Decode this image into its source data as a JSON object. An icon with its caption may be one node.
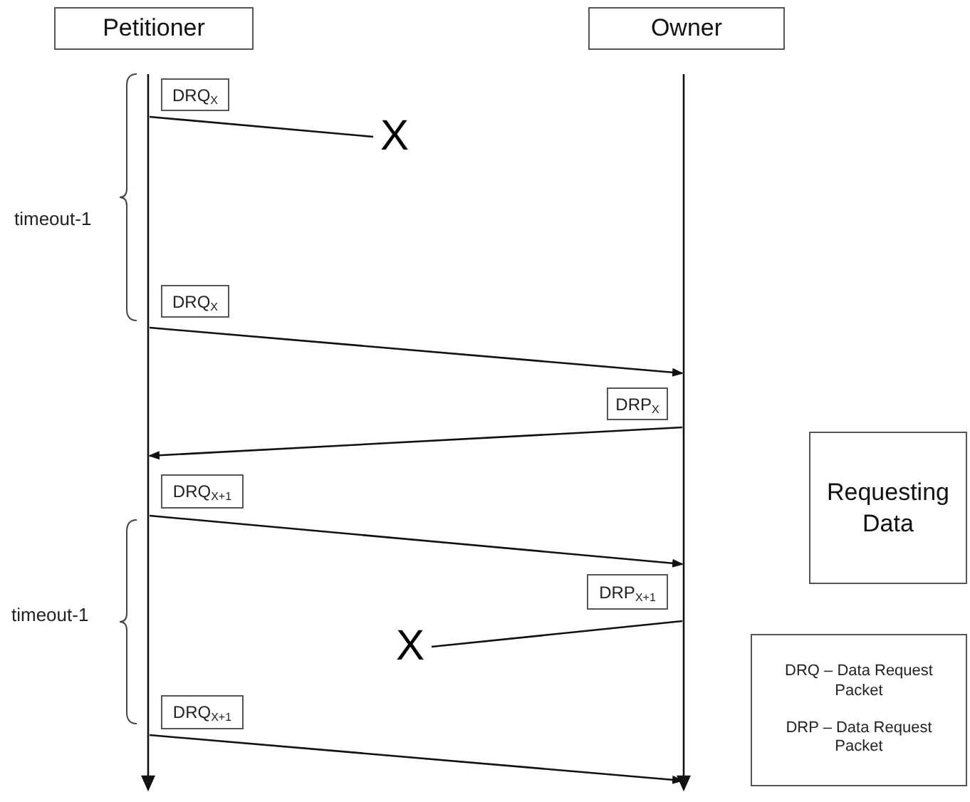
{
  "diagram": {
    "nodes": [
      {
        "text": [
          "Petitioner"
        ]
      },
      {
        "text": [
          "Owner"
        ]
      },
      {
        "text": [],
        "shape": "bar"
      },
      {
        "text": [],
        "shape": "bar"
      },
      {
        "text": [
          "DRQ$_{X}$"
        ]
      },
      {
        "text": [
          "X"
        ]
      },
      {
        "text": [
          "DRQ$_{X}$"
        ]
      },
      {
        "text": [
          "DRP$_{X}$"
        ]
      },
      {
        "text": [
          "DRQ$_{X+1}$"
        ]
      },
      {
        "text": [
          "DRP$_{X+1}$"
        ]
      },
      {
        "text": [
          "X"
        ]
      },
      {
        "text": [
          "DRQ$_{X+1}$"
        ]
      },
      {
        "text": [
          "Requesting Data"
        ]
      },
      {
        "text": [
          "DRQ – Data Request Packet",
          "DRP – Data Request Packet"
        ]
      }
    ],
    "edges": [
      {
        "from": 2,
        "to": 5,
        "arrow": "none"
      },
      {
        "from": 2,
        "to": 3,
        "arrow": "to"
      },
      {
        "from": 3,
        "to": 2,
        "arrow": "to"
      },
      {
        "from": 2,
        "to": 3,
        "arrow": "to"
      },
      {
        "from": 3,
        "to": 10,
        "arrow": "none"
      },
      {
        "from": 2,
        "to": 3,
        "arrow": "to"
      }
    ],
    "labels": [
      "timeout-1",
      "timeout-1"
    ]
  }
}
